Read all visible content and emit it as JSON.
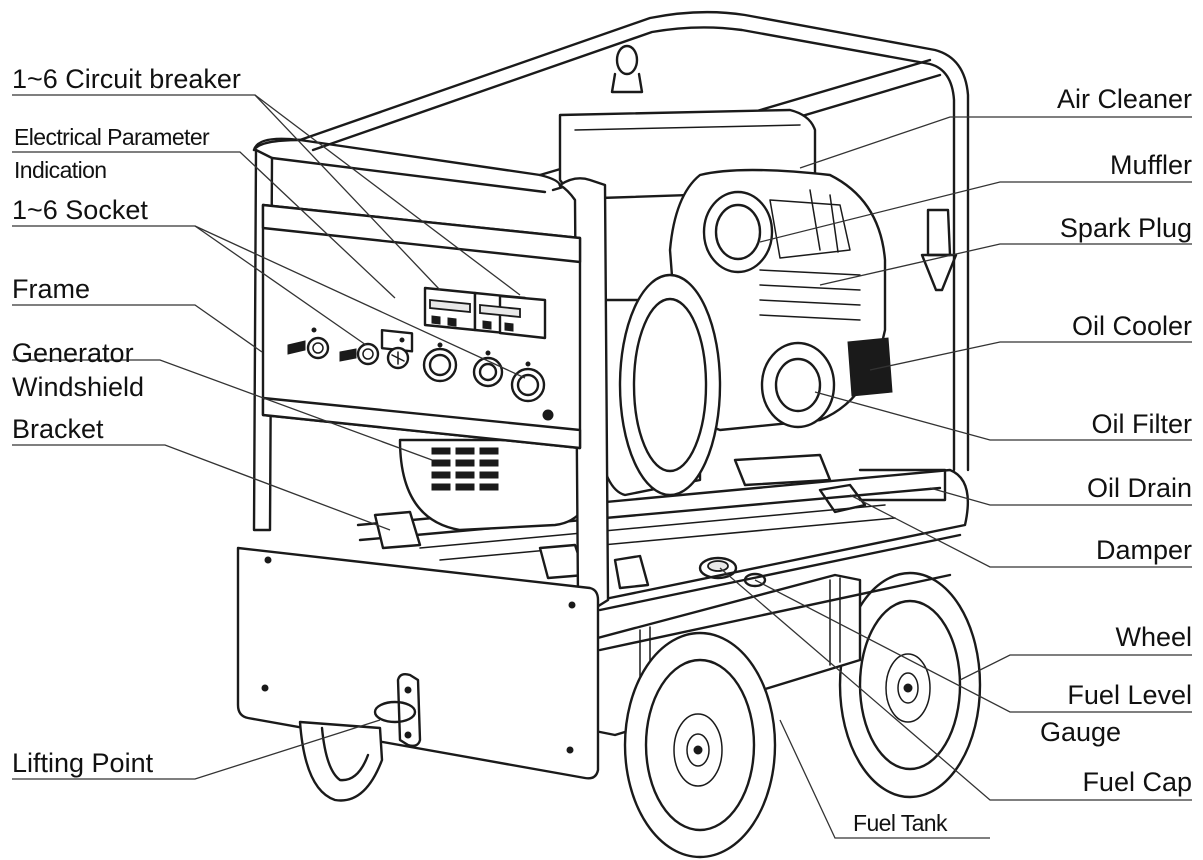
{
  "labels": {
    "circuit_breaker": "1~6 Circuit breaker",
    "electrical_parameter_1": "Electrical Parameter",
    "electrical_parameter_2": "Indication",
    "socket": "1~6 Socket",
    "frame": "Frame",
    "generator_windshield_1": "Generator",
    "generator_windshield_2": "Windshield",
    "bracket": "Bracket",
    "lifting_point": "Lifting Point",
    "air_cleaner": "Air Cleaner",
    "muffler": "Muffler",
    "spark_plug": "Spark Plug",
    "oil_cooler": "Oil Cooler",
    "oil_filter": "Oil Filter",
    "oil_drain": "Oil Drain",
    "damper": "Damper",
    "wheel": "Wheel",
    "fuel_level_gauge_1": "Fuel Level",
    "fuel_level_gauge_2": "Gauge",
    "fuel_cap": "Fuel Cap",
    "fuel_tank": "Fuel Tank"
  }
}
